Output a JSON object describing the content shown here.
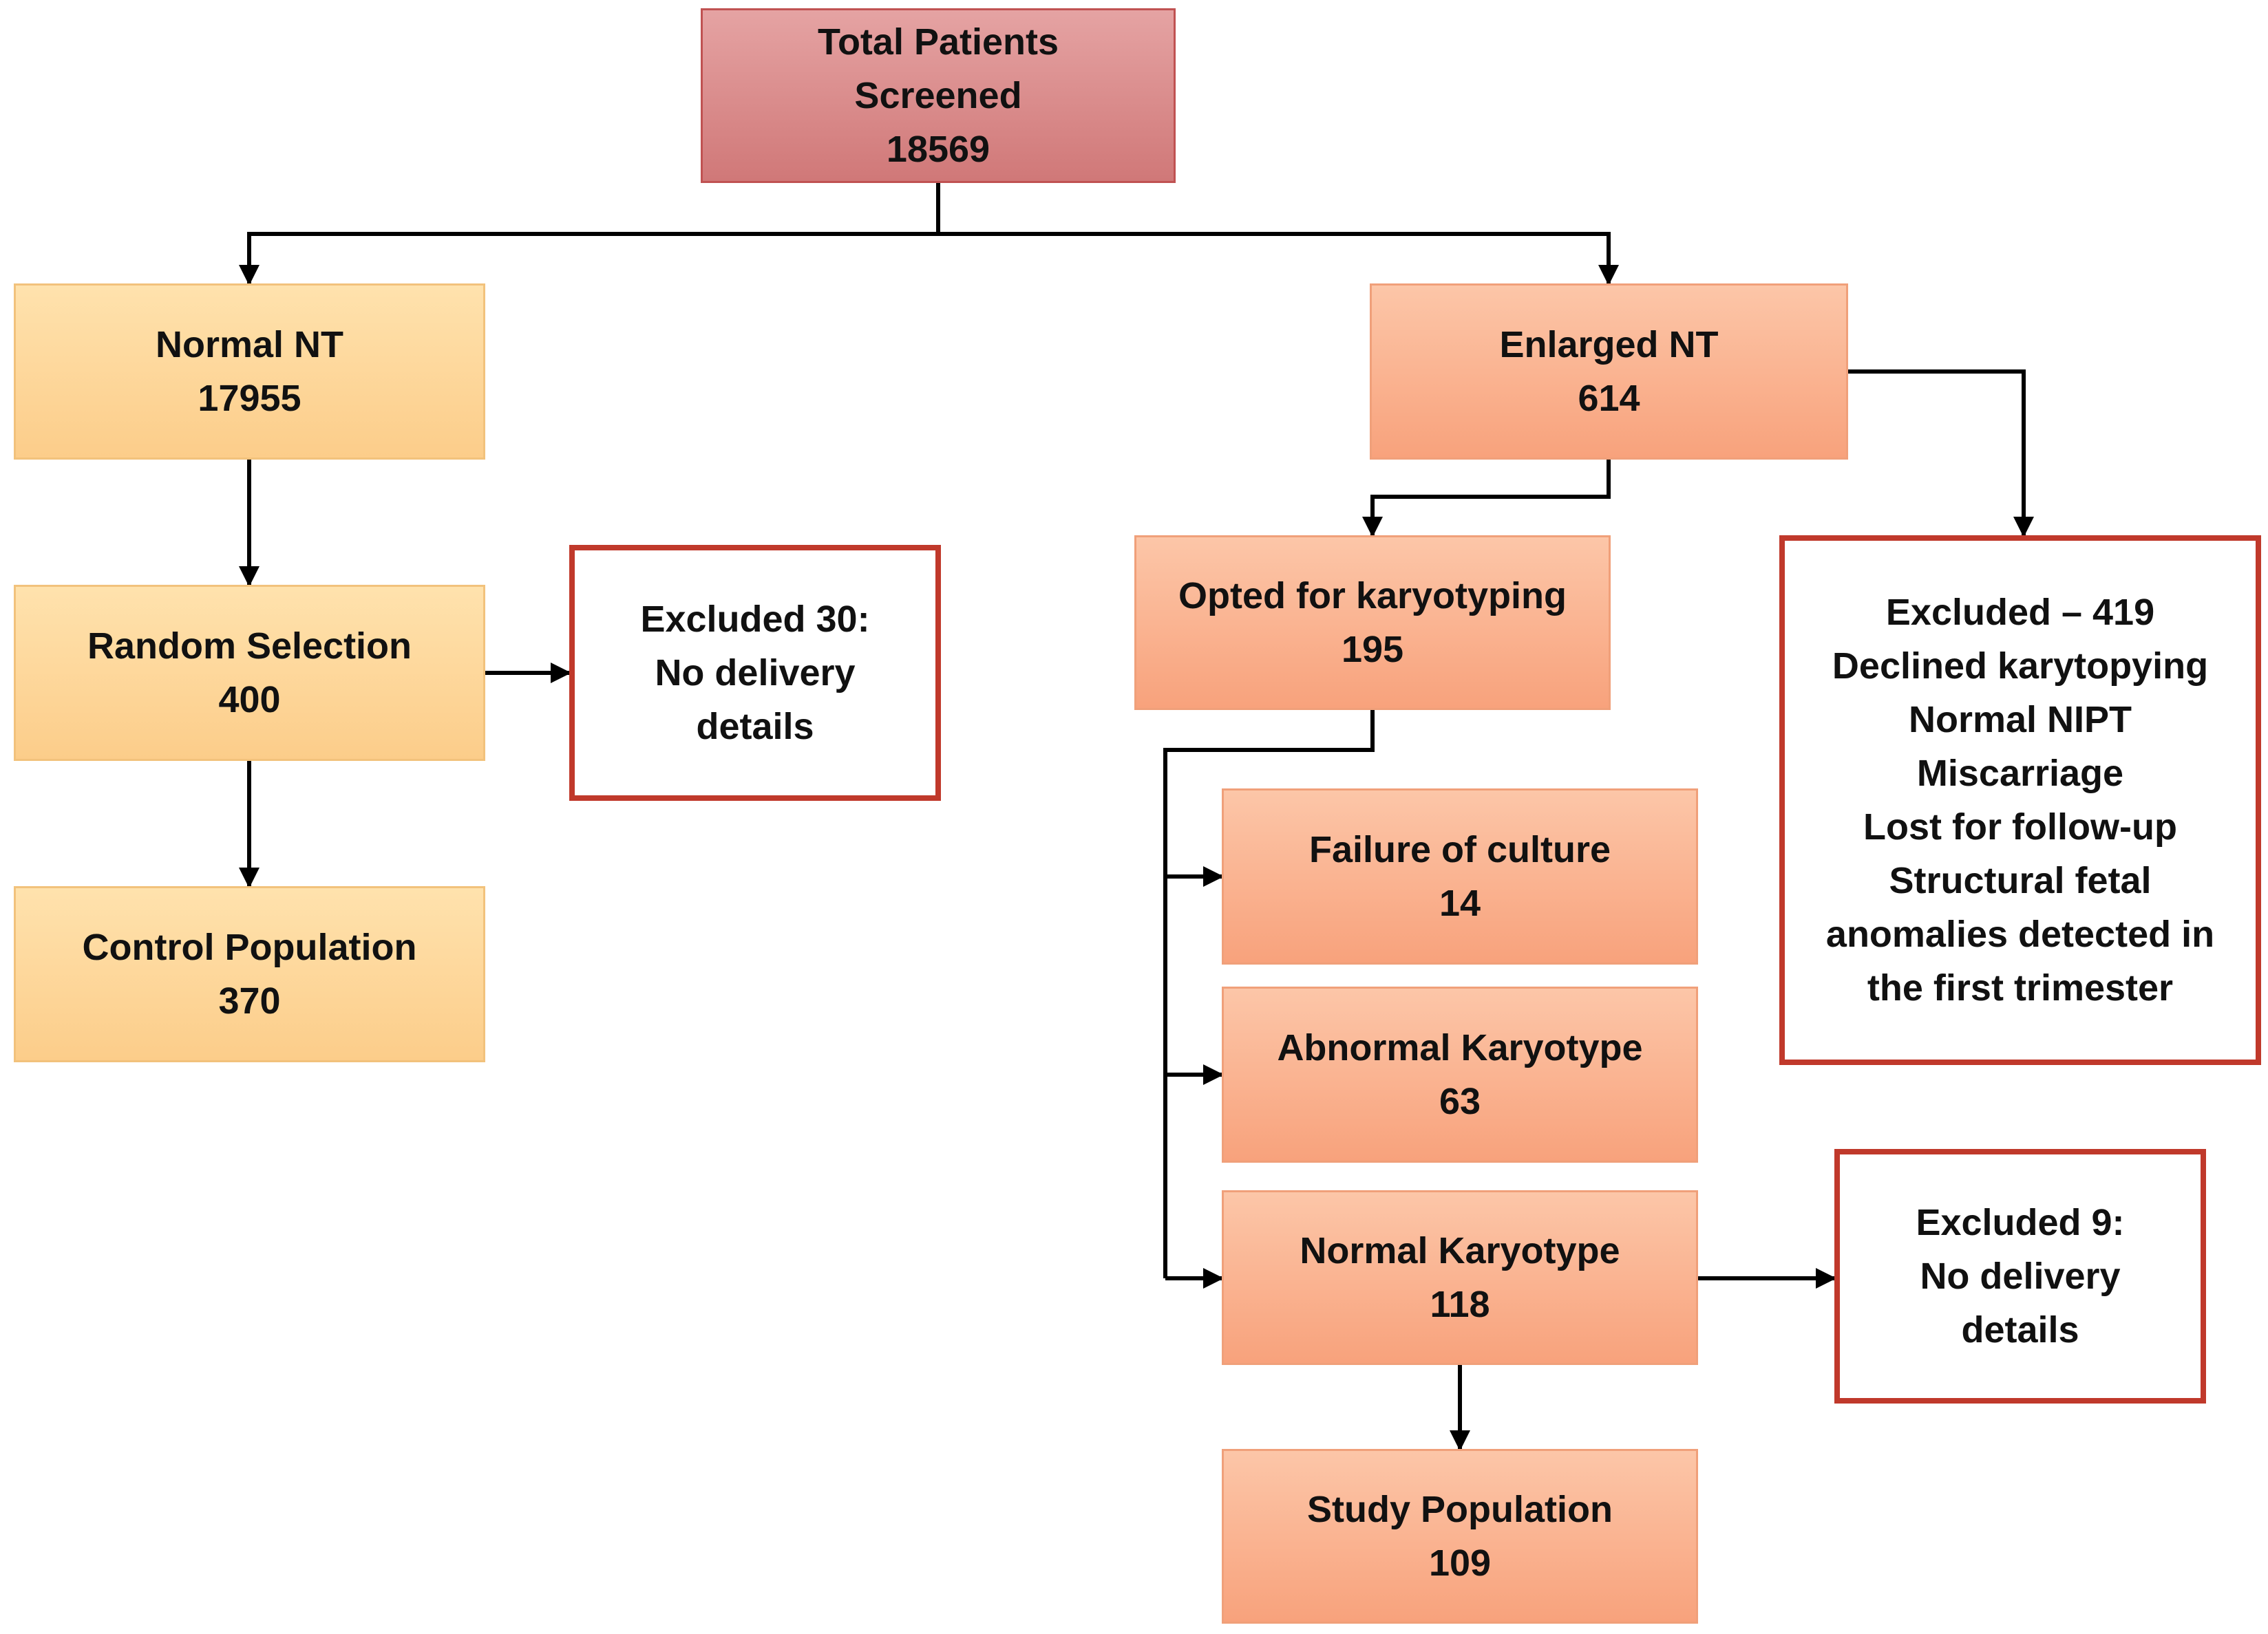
{
  "nodes": {
    "total": {
      "lines": [
        "Total Patients",
        "Screened",
        "18569"
      ]
    },
    "normal_nt": {
      "lines": [
        "Normal NT",
        "17955"
      ]
    },
    "enlarged_nt": {
      "lines": [
        "Enlarged NT",
        "614"
      ]
    },
    "random_selection": {
      "lines": [
        "Random Selection",
        "400"
      ]
    },
    "excluded_30": {
      "lines": [
        "Excluded 30:",
        "No delivery",
        "details"
      ]
    },
    "control_population": {
      "lines": [
        "Control Population",
        "370"
      ]
    },
    "opted_karyotyping": {
      "lines": [
        "Opted for karyotyping",
        "195"
      ]
    },
    "excluded_419": {
      "lines": [
        "Excluded – 419",
        "Declined karytopying",
        "Normal NIPT",
        "Miscarriage",
        "Lost for follow-up",
        "Structural fetal",
        "anomalies detected in",
        "the first trimester"
      ]
    },
    "failure_culture": {
      "lines": [
        "Failure of culture",
        "14"
      ]
    },
    "abnormal_karyotype": {
      "lines": [
        "Abnormal Karyotype",
        "63"
      ]
    },
    "normal_karyotype": {
      "lines": [
        "Normal Karyotype",
        "118"
      ]
    },
    "excluded_9": {
      "lines": [
        "Excluded 9:",
        "No delivery",
        "details"
      ]
    },
    "study_population": {
      "lines": [
        "Study Population",
        "109"
      ]
    }
  },
  "colors": {
    "root_fill": "#d98a8a",
    "normal_branch_fill": "#fed9a0",
    "enlarged_branch_fill": "#fab393",
    "excluded_border": "#c0392b",
    "connector": "#000000"
  }
}
